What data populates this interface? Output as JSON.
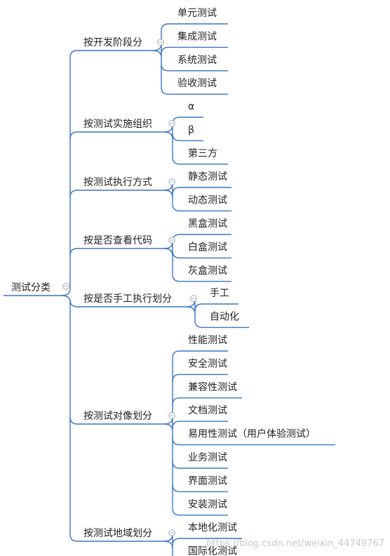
{
  "root": {
    "label": "测试分类"
  },
  "watermark": "https://blog.csdn.net/weixin_44749767",
  "line_color": "#3a75c4",
  "collapse_color": "#9aa9b8",
  "categories": [
    {
      "label": "按开发阶段分",
      "children": [
        "单元测试",
        "集成测试",
        "系统测试",
        "验收测试"
      ]
    },
    {
      "label": "按测试实施组织",
      "children": [
        "α",
        "β",
        "第三方"
      ]
    },
    {
      "label": "按测试执行方式",
      "children": [
        "静态测试",
        "动态测试"
      ]
    },
    {
      "label": "按是否查看代码",
      "children": [
        "黑盒测试",
        "白盒测试",
        "灰盒测试"
      ]
    },
    {
      "label": "按是否手工执行划分",
      "children": [
        "手工",
        "自动化"
      ]
    },
    {
      "label": "按测试对像划分",
      "children": [
        "性能测试",
        "安全测试",
        "兼容性测试",
        "文档测试",
        "易用性测试（用户体验测试）",
        "业务测试",
        "界面测试",
        "安装测试"
      ]
    },
    {
      "label": "按测试地域划分",
      "children": [
        "本地化测试",
        "国际化测试"
      ]
    }
  ]
}
